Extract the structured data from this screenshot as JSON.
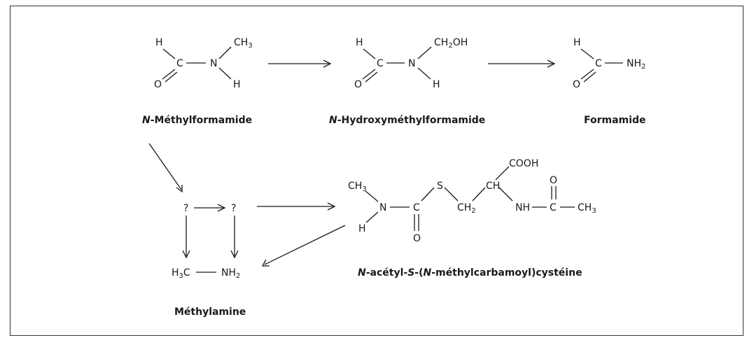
{
  "atoms": {
    "H": "H",
    "C": "C",
    "N": "N",
    "O": "O",
    "S": "S",
    "CH3": "CH",
    "CH2OH": "CH",
    "CH2OH_tail": "OH",
    "NH2": "NH",
    "NH": "NH",
    "CH2": "CH",
    "CH": "CH",
    "COOH": "COOH",
    "H3C": "H",
    "H3C_tail": "C",
    "sub2": "2",
    "sub3": "3",
    "unknown": "?"
  },
  "names": {
    "nmf_prefix": "N",
    "nmf_rest": "-Méthylformamide",
    "hmf_prefix": "N",
    "hmf_rest": "-Hydroxyméthylformamide",
    "formamide": "Formamide",
    "methylamine": "Méthylamine",
    "amcc_p1": "N",
    "amcc_p2": "-acétyl-",
    "amcc_p3": "S",
    "amcc_p4": "-(",
    "amcc_p5": "N",
    "amcc_p6": "-méthylcarbamoyl)cystéine"
  }
}
